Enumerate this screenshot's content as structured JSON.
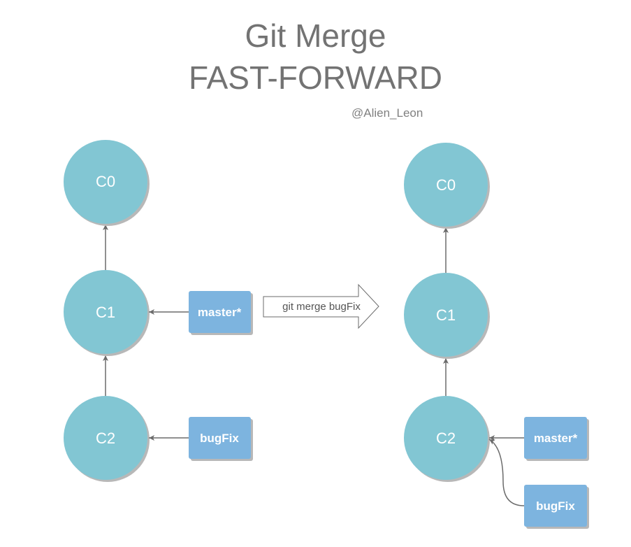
{
  "title": {
    "line1": "Git Merge",
    "line2": "FAST-FORWARD"
  },
  "author": "@Alien_Leon",
  "operation": "git merge bugFix",
  "colors": {
    "commit_fill": "#82c6d3",
    "branch_fill": "#7db4df",
    "arrow": "#6b6b6b",
    "title_text": "#737373"
  },
  "before": {
    "commits": [
      "C0",
      "C1",
      "C2"
    ],
    "branches": [
      {
        "label": "master*",
        "points_to": "C1"
      },
      {
        "label": "bugFix",
        "points_to": "C2"
      }
    ]
  },
  "after": {
    "commits": [
      "C0",
      "C1",
      "C2"
    ],
    "branches": [
      {
        "label": "master*",
        "points_to": "C2"
      },
      {
        "label": "bugFix",
        "points_to": "C2"
      }
    ]
  }
}
